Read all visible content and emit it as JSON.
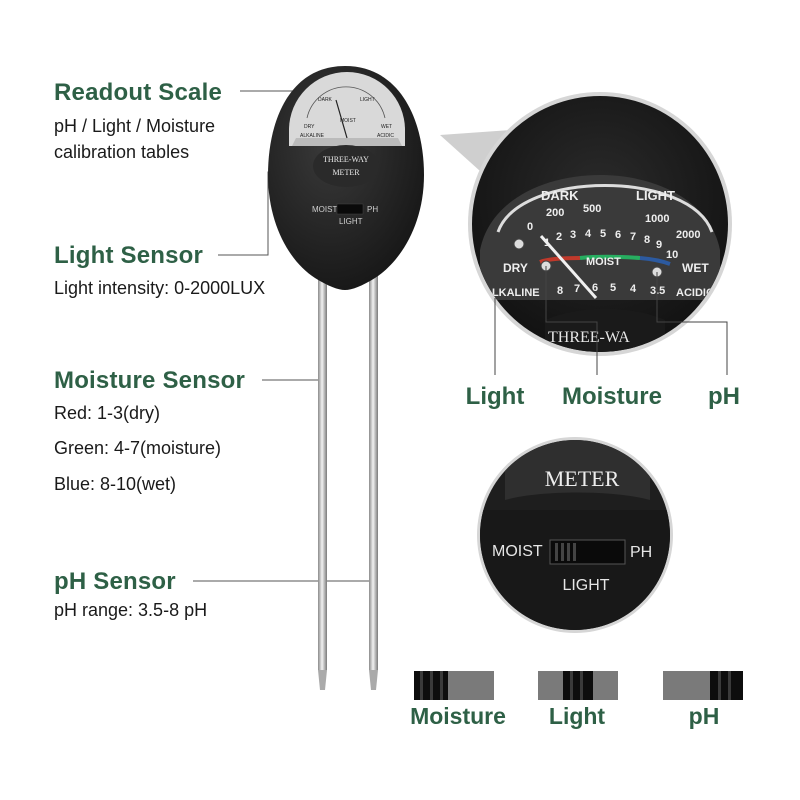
{
  "colors": {
    "heading": "#2e6046",
    "text": "#1a1a1a",
    "meter_body": "#1c1c1c",
    "moist_red": "#c0392b",
    "moist_green": "#27ae60",
    "moist_blue": "#2c5aa0"
  },
  "callouts": {
    "readout": {
      "title": "Readout Scale",
      "line1": "pH / Light / Moisture",
      "line2": "calibration tables"
    },
    "light": {
      "title": "Light Sensor",
      "line1": "Light intensity: 0-2000LUX"
    },
    "moisture": {
      "title": "Moisture Sensor",
      "line1": "Red: 1-3(dry)",
      "line2": "Green: 4-7(moisture)",
      "line3": "Blue: 8-10(wet)"
    },
    "ph": {
      "title": "pH Sensor",
      "line1": "pH range: 3.5-8 pH"
    }
  },
  "meter": {
    "brand_line1": "THREE-WAY",
    "brand_line2": "METER",
    "switch_left": "MOIST",
    "switch_right": "PH",
    "switch_bottom": "LIGHT"
  },
  "zoom_dial": {
    "dark": "DARK",
    "light": "LIGHT",
    "lux_ticks": [
      "0",
      "200",
      "500",
      "1000",
      "2000"
    ],
    "moist_numbers": [
      "1",
      "2",
      "3",
      "4",
      "5",
      "6",
      "7",
      "8",
      "9",
      "10"
    ],
    "ph_numbers": [
      "8",
      "7",
      "6",
      "5",
      "4",
      "3.5"
    ],
    "dry": "DRY",
    "moist": "MOIST",
    "wet": "WET",
    "alkaline": "ALKALINE",
    "acidic": "ACIDIC",
    "brand_fragment": "THREE-WA",
    "label_light": "Light",
    "label_moisture": "Moisture",
    "label_ph": "pH"
  },
  "zoom_switch": {
    "brand": "METER",
    "left": "MOIST",
    "right": "PH",
    "bottom": "LIGHT"
  },
  "switch_positions": [
    {
      "label": "Moisture"
    },
    {
      "label": "Light"
    },
    {
      "label": "pH"
    }
  ]
}
